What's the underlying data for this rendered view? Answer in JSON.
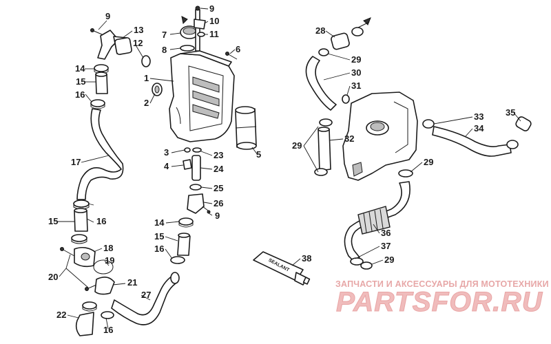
{
  "callouts": {
    "c1": "1",
    "c2": "2",
    "c3": "3",
    "c4": "4",
    "c5": "5",
    "c6": "6",
    "c7": "7",
    "c8": "8",
    "c9a": "9",
    "c9b": "9",
    "c9c": "9",
    "c10": "10",
    "c11": "11",
    "c12": "12",
    "c13": "13",
    "c14a": "14",
    "c14b": "14",
    "c15a": "15",
    "c15b": "15",
    "c15c": "15",
    "c16a": "16",
    "c16b": "16",
    "c16c": "16",
    "c16d": "16",
    "c17": "17",
    "c18": "18",
    "c19": "19",
    "c20": "20",
    "c21": "21",
    "c22": "22",
    "c23": "23",
    "c24": "24",
    "c25": "25",
    "c26": "26",
    "c27": "27",
    "c28": "28",
    "c29a": "29",
    "c29b": "29",
    "c29c": "29",
    "c29d": "29",
    "c30": "30",
    "c31": "31",
    "c32": "32",
    "c33": "33",
    "c34": "34",
    "c35": "35",
    "c36": "36",
    "c37": "37",
    "c38": "38"
  },
  "sealant_label": "SEALANT",
  "watermark": {
    "tagline": "ЗАПЧАСТИ И АКСЕССУАРЫ ДЛЯ МОТОТЕХНИКИ",
    "logo": "PARTSFOR.RU"
  }
}
